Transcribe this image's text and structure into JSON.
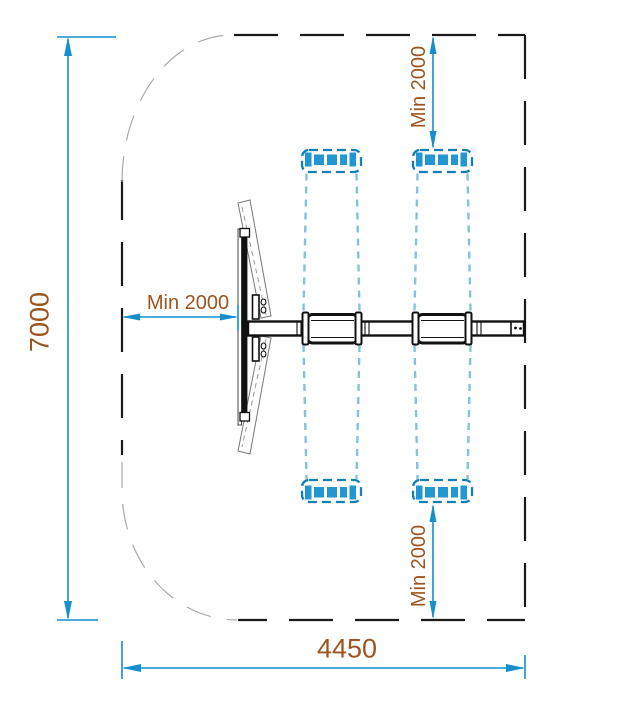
{
  "drawing": {
    "kind": "swing-installation-plan-top-view",
    "labels": {
      "overall_height": "7000",
      "overall_width": "4450",
      "clearance_left": "Min 2000",
      "clearance_top": "Min 2000",
      "clearance_bottom": "Min 2000"
    },
    "colors": {
      "dimension_line": "#1590cc",
      "dimension_text": "#9c5420",
      "boundary_dash": "#1a1a1a",
      "corner_arc_gray": "#aaaaaa",
      "seat_fill_blue": "#2196d1",
      "seat_outline_blue": "#137fb5",
      "envelope_light_blue": "#85c2de",
      "frame_black": "#111111"
    }
  }
}
